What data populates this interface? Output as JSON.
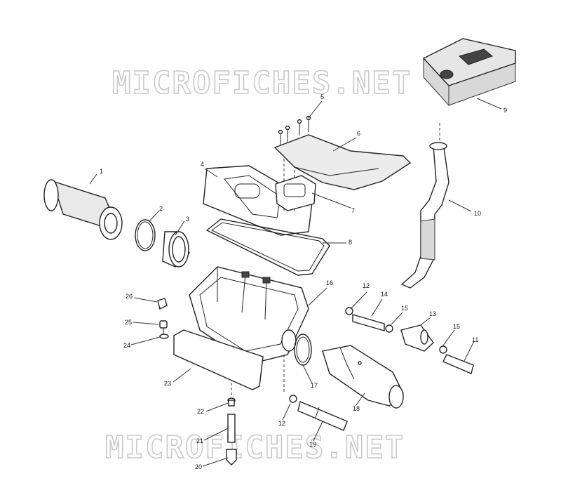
{
  "watermarks": {
    "top": "MICROFICHES.NET",
    "bottom": "MICROFICHES.NET"
  },
  "callouts": {
    "c1": "1",
    "c2": "2",
    "c3": "3",
    "c4": "4",
    "c5": "5",
    "c6": "6",
    "c7": "7",
    "c8": "8",
    "c9": "9",
    "c10": "10",
    "c11": "11",
    "c12a": "12",
    "c12b": "12",
    "c13": "13",
    "c14": "14",
    "c15a": "15",
    "c15b": "15",
    "c16": "16",
    "c17": "17",
    "c18": "18",
    "c19": "19",
    "c20": "20",
    "c21": "21",
    "c22": "22",
    "c23": "23",
    "c24": "24",
    "c25": "25",
    "c26": "26"
  }
}
